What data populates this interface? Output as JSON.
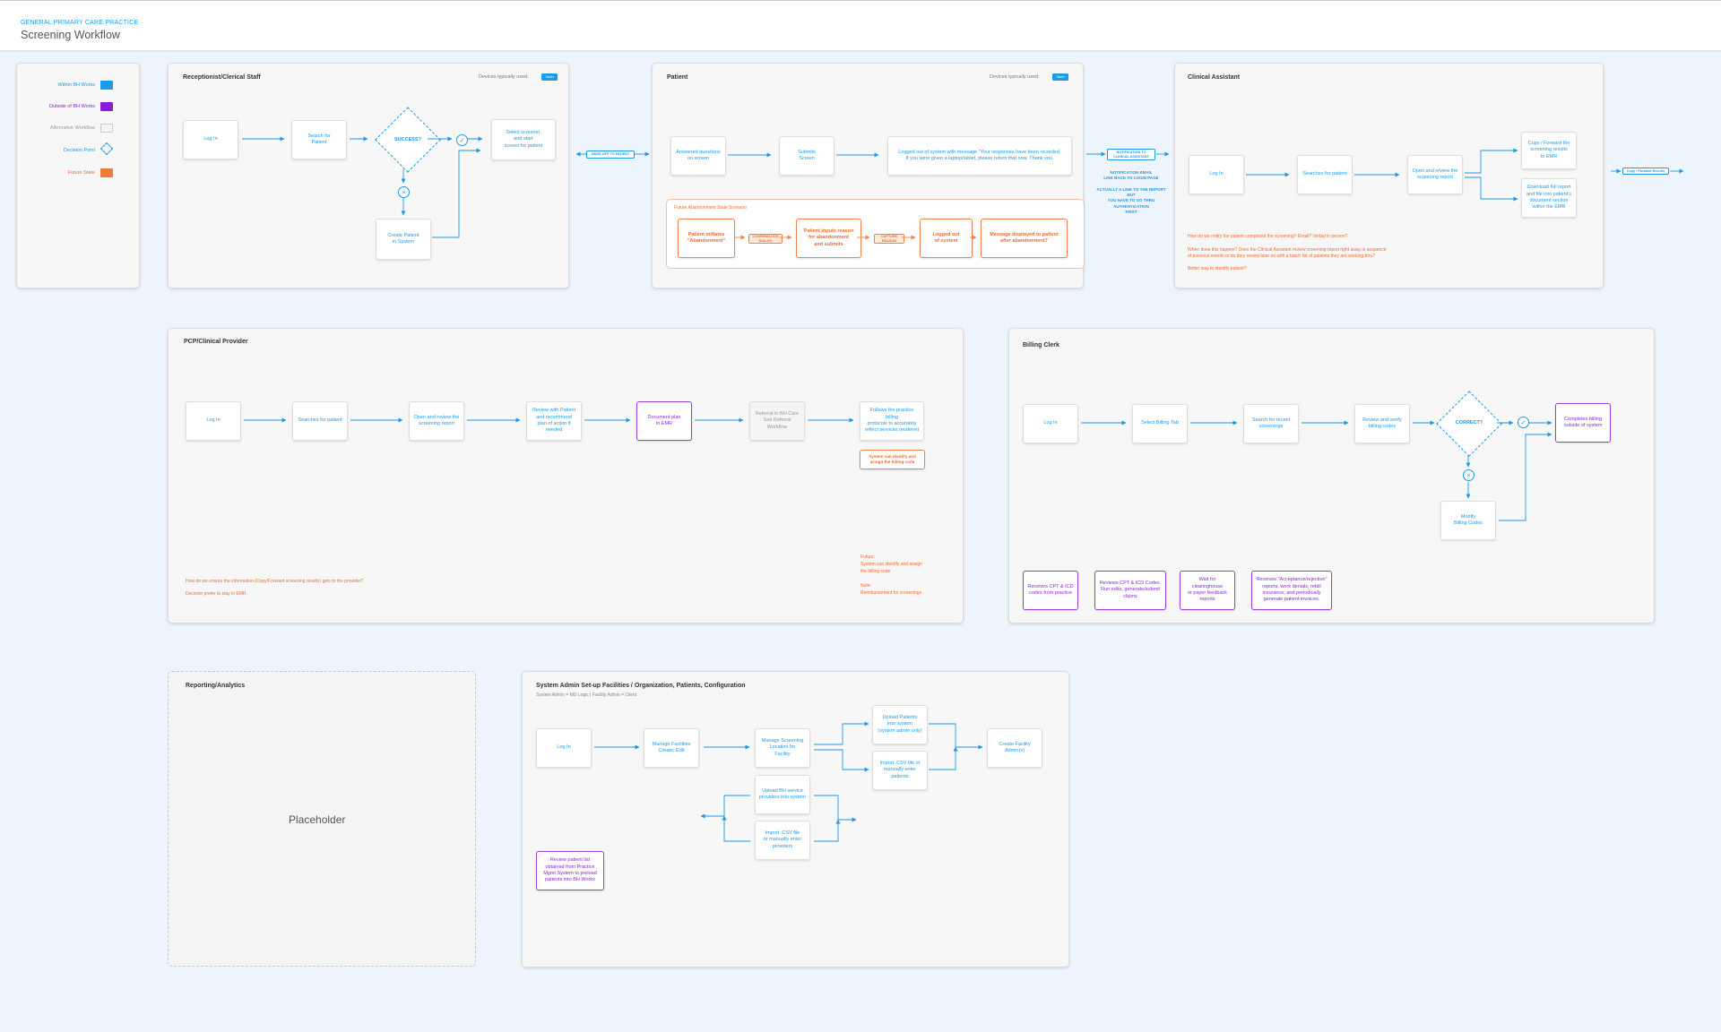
{
  "header": {
    "subtitle": "GENERAL PRIMARY CARE PRACTICE",
    "title": "Screening Workflow"
  },
  "legend": [
    {
      "label": "Within BH Works",
      "color": "#1a9ae8"
    },
    {
      "label": "Outside of BH Works",
      "color": "#8a1ed4"
    },
    {
      "label": "Alternative Workflow",
      "color": "#f4f4f4"
    },
    {
      "label": "Decision Point",
      "color": "#1a9ae8"
    },
    {
      "label": "Future State",
      "color": "#f07a3c"
    }
  ],
  "receptionist": {
    "title": "Receptionist/Clerical Staff",
    "devices_label": "Devices typically used:",
    "device_tag": "Tablet",
    "login": "Log In",
    "search": "Search for\nPatient",
    "decision": "SUCCESS?",
    "select": "Select screener,\nand start\nscreen for patient",
    "create": "Create Patient\nin System",
    "handoff": "HAND OFF TO PATIENT"
  },
  "patient": {
    "title": "Patient",
    "devices_label": "Devices typically used:",
    "device_tag": "Tablet",
    "answer": "Answered questions\non screen",
    "submit": "Submits\nScreen",
    "loggedout": "Logged out of system with message \"Your responses have been recorded.\nIf you were given a laptop/tablet, please return that now. Thank you.",
    "future_title": "Future Abandonment State Scenario",
    "f1": "Patient initiates\n\"Abandonment\"",
    "p1": "CONFIRMATION\nDIALOG",
    "f2": "Patient inputs reason\nfor abandonment\nand submits",
    "p2": "CAPTURE\nREASON",
    "f3": "Logged out\nof system",
    "f4": "Message displayed to patient\nafter abandonment?",
    "notify": "NOTIFICATION TO\nCLINICAL ASSISTANT",
    "notify_note": "NOTIFICATION EMAIL\nLINK BACK TO LOGIN PAGE\n\nACTUALLY A LINK TO THE REPORT BUT\nYOU HAVE TO GO THRU AUTHENTICATION\nFIRST"
  },
  "clinical": {
    "title": "Clinical Assistant",
    "login": "Log In",
    "search": "Searches for patient",
    "open": "Open and review the\nscreening report",
    "copy": "Copy / Forward the\nscreening results\nto EMR",
    "download": "Download full report\nand file into patient's\ndocument section\nwithin the EMR",
    "pill": "Copy / Forward Results",
    "notes": [
      "How do we notify the patient completed the screening? Email? Verbal in person?",
      "When does this happen? Does the Clinical Assistant review screening report right away in sequence",
      "of previous events or do they review later on with a batch list of patients they are working thru?",
      "Better way to identify patient?"
    ]
  },
  "pcp": {
    "title": "PCP/Clinical Provider",
    "login": "Log In",
    "search": "Searches for patient",
    "open": "Open and review the\nscreening report",
    "review": "Review with Patient\nand recommend\nplan of action if needed",
    "document": "Document plan\nin EMR",
    "referral": "Referral to BH Care\nSee Referral\nWorkflow",
    "billing": "Follows the practice billing\nprotocols to accurately\nreflect services rendered",
    "future_box": "System can identify and\nassign the billing code",
    "notes_left": [
      "How do we ensure the information (Copy/Forward screening results) gets to the provider?",
      "Decision prefer to stay in EMR."
    ],
    "notes_right": [
      "Future:",
      "System can identify and assign",
      "the billing code",
      "",
      "Note:",
      "Reimbursement for screenings"
    ]
  },
  "billing": {
    "title": "Billing Clerk",
    "login": "Log In",
    "select": "Select Billing Tab",
    "search": "Search for recent\nscreenings",
    "review": "Review and verify\nbilling codes",
    "decision": "CORRECT?",
    "complete": "Completes billing\noutside of system",
    "modify": "Modify\nBilling Codes",
    "out1": "Receives CPT & ICD\ncodes from practice",
    "out2": "Reviews CPT & ICD Codes.\nRun edits, generate/submit\nclaims",
    "out3": "Wait for clearinghouse\nor payer feedback\nreports",
    "out4": "Receives \"Acceptance/rejection\"\nreports, work denials, rebill\ninsurance, and periodically\ngenerate patient invoices."
  },
  "reporting": {
    "title": "Reporting/Analytics",
    "placeholder": "Placeholder"
  },
  "sysadmin": {
    "title": "System Admin Set-up Facilities / Organization, Patients, Configuration",
    "subtitle": "System Admin = MD Logic  |  Facility Admin = Client",
    "login": "Log In",
    "manage_fac": "Manage Facilities\nCreate; Edit",
    "manage_scr": "Manage Screening\nLocation for\nFacility",
    "upload_pat": "Upload Patients\ninto system\n(system admin only)",
    "import_pat": "Import .CSV file or\nmanually enter patients",
    "create_admin": "Create Facility\nAdmin(s)",
    "upload_bh": "Upload BH service\nproviders into system",
    "import_prov": "Import .CSV file\nor manually enter\nproviders",
    "review_list": "Review patient list\nobtained from Practice\nMgmt System to preload\npatients into BH Works"
  }
}
